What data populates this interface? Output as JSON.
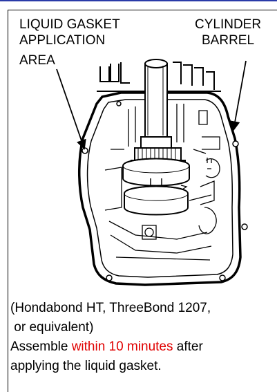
{
  "labels": {
    "liquid_gasket": [
      "LIQUID GASKET",
      "APPLICATION",
      "AREA"
    ],
    "cylinder_barrel": [
      "CYLINDER",
      "BARREL"
    ]
  },
  "note": {
    "line1": "(Hondabond HT, ThreeBond 1207,",
    "line2": " or equivalent)",
    "assemble_before": "Assemble ",
    "assemble_highlight": "within 10 minutes",
    "assemble_after": " after",
    "line4": "applying the liquid gasket."
  },
  "colors": {
    "highlight": "#e00000",
    "top_rule": "#2a3ba8"
  }
}
